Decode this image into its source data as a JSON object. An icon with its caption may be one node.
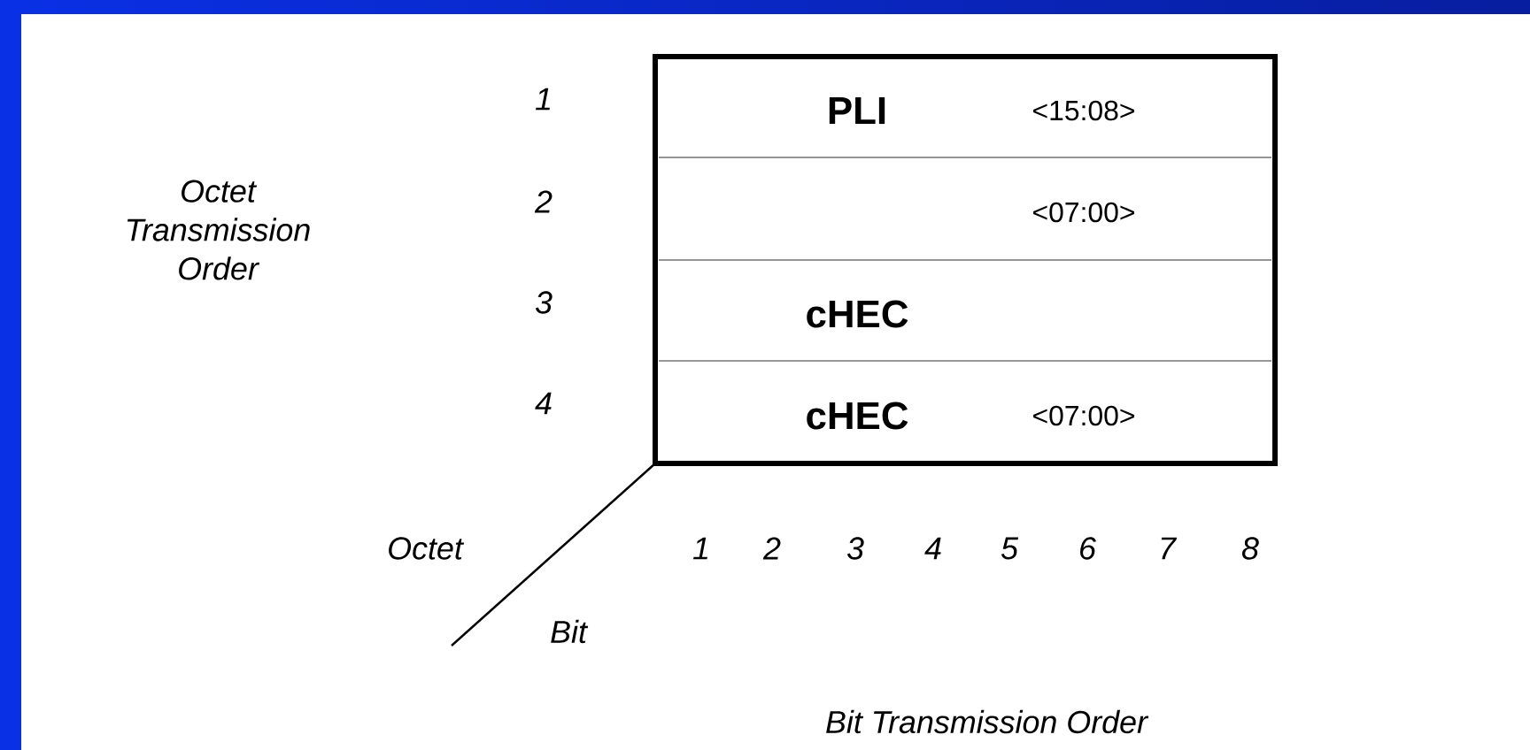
{
  "diagram": {
    "nodes": [
      {
        "text": [],
        "shape": "box"
      },
      {
        "text": [
          "PLI",
          "<15:08>"
        ],
        "in": 0
      },
      {
        "text": [
          "<07:00>"
        ],
        "in": 0
      },
      {
        "text": [
          "cHEC"
        ],
        "in": 0
      },
      {
        "text": [
          "cHEC",
          "<07:00>"
        ],
        "in": 0
      }
    ],
    "edges": [],
    "labels": [
      "1",
      "Octet Transmission Order",
      "2",
      "3",
      "4",
      "Octet",
      "1",
      "2",
      "3",
      "4",
      "5",
      "6",
      "7",
      "8",
      "Bit",
      "Bit Transmission Order"
    ]
  }
}
